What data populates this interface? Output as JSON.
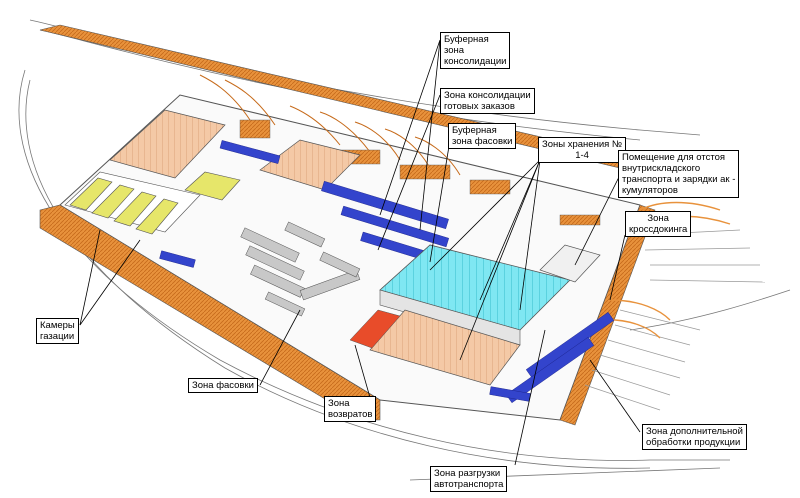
{
  "labels": {
    "buffer_consolidation": "Буферная\nзона\nконсолидации",
    "consolidation_ready": "Зона консолидации\nготовых заказов",
    "buffer_packing": "Буферная\nзона фасовки",
    "storage_zones": "Зоны хранения №\n1-4",
    "charging_room": "Помещение для отстоя\nвнутрискладского\nтранспорта и зарядки ак -\nкумуляторов",
    "crossdocking": "Зона\nкроссдокинга",
    "gas_chambers": "Камеры\nгазации",
    "packing": "Зона фасовки",
    "returns": "Зона\nвозвратов",
    "unloading": "Зона разгрузки\nавтотранспорта",
    "extra_processing": "Зона дополнительной\nобработки продукции"
  },
  "colors": {
    "wall": "#e8923c",
    "road": "#ffffff",
    "outline": "#555555",
    "storage": "#7fe7f2",
    "racks": "#f4c9a6",
    "forklifts": "#3344cc",
    "gas": "#e6e66a",
    "returns": "#e84c2a",
    "packing": "#b8b8b8"
  }
}
